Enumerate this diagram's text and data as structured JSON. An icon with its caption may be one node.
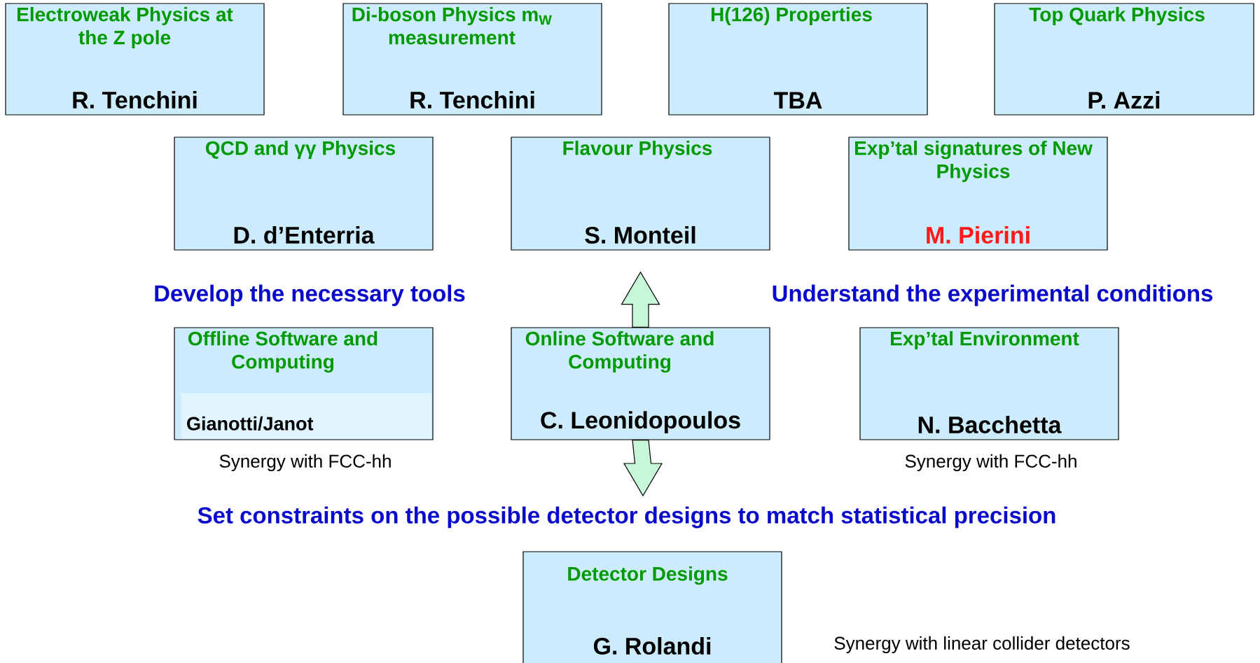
{
  "diagram": {
    "nodes": [
      {
        "text": [
          "Electroweak Physics at the Z pole",
          "R. Tenchini"
        ]
      },
      {
        "text": [
          "Di-boson Physics m$_{W}$ measurement",
          "R. Tenchini"
        ]
      },
      {
        "text": [
          "H(126) Properties",
          "TBA"
        ]
      },
      {
        "text": [
          "Top Quark Physics",
          "P. Azzi"
        ]
      },
      {
        "text": [
          "QCD and γγ Physics",
          "D. d’Enterria"
        ]
      },
      {
        "text": [
          "Flavour Physics",
          "S. Monteil"
        ]
      },
      {
        "text": [
          "Exp’tal signatures of New Physics",
          "M. Pierini"
        ]
      },
      {
        "text": [
          "Offline Software and Computing",
          "Gianotti/Janot"
        ],
        "beside": [
          "Synergy with FCC-hh"
        ]
      },
      {
        "text": [
          "Online Software and Computing",
          "C. Leonidopoulos"
        ]
      },
      {
        "text": [
          "Exp’tal Environment",
          "N. Bacchetta"
        ],
        "beside": [
          "Synergy with FCC-hh"
        ]
      },
      {
        "text": [
          "Detector Designs",
          "G. Rolandi"
        ],
        "beside": [
          "Synergy with linear collider detectors"
        ]
      }
    ],
    "edges": [
      {
        "from": 8,
        "to": 5,
        "arrow": "to"
      },
      {
        "from": 8,
        "to": null,
        "arrow": "to"
      }
    ],
    "labels": [
      "Develop the necessary tools",
      "Understand the experimental conditions",
      "Set constraints on the possible detector designs to match statistical precision"
    ]
  }
}
